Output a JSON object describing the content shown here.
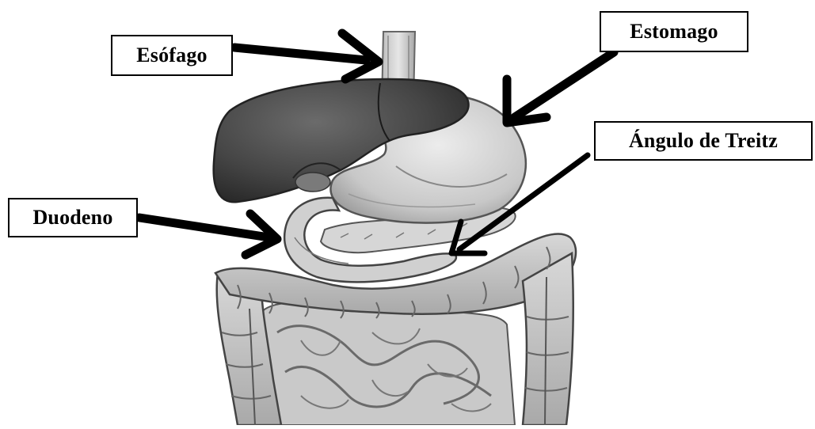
{
  "labels": {
    "esofago": "Esófago",
    "estomago": "Estomago",
    "treitz": "Ángulo de Treitz",
    "duodeno": "Duodeno"
  },
  "colors": {
    "ink": "#000000",
    "background": "#ffffff",
    "liver": "#4a4a4a",
    "stomach": "#cfcfcf",
    "intestine": "#c4c4c4",
    "colon": "#bdbdbd"
  },
  "icons": {
    "arrow": "thick-black-arrow"
  }
}
